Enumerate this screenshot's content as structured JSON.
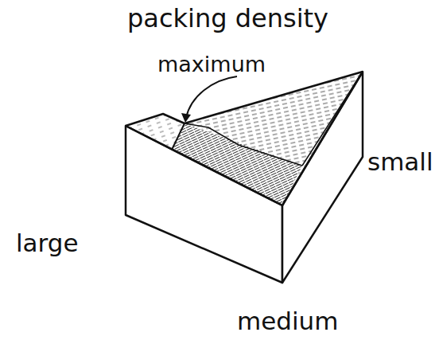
{
  "diagram": {
    "title": "packing density",
    "labels": [
      "maximum",
      "large",
      "small",
      "medium"
    ]
  }
}
